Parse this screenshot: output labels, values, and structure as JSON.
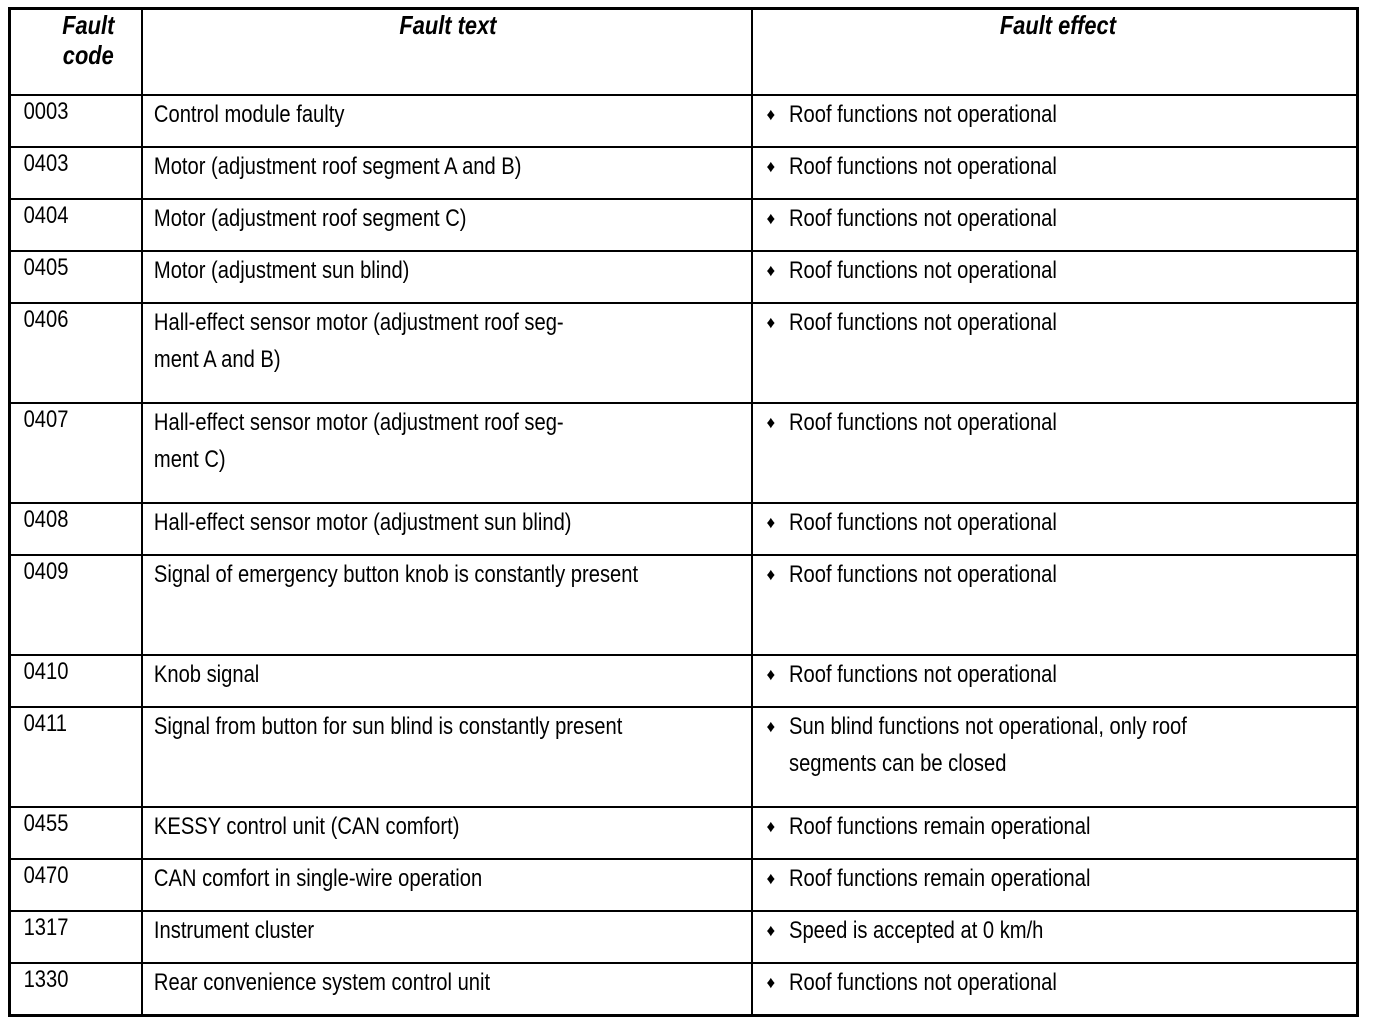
{
  "table": {
    "columns": [
      {
        "id": "fault_code",
        "header": "Fault code"
      },
      {
        "id": "fault_text",
        "header": "Fault text"
      },
      {
        "id": "fault_effect",
        "header": "Fault effect"
      }
    ],
    "header": {
      "fault_code_line1": "Fault",
      "fault_code_line2": "code",
      "fault_text": "Fault text",
      "fault_effect": "Fault effect"
    },
    "bullet_glyph": "♦",
    "border_color": "#000000",
    "text_color": "#000000",
    "background_color": "#ffffff",
    "rows": [
      {
        "code": "0003",
        "text": "Control module faulty",
        "effect": "Roof functions not operational",
        "tall": false
      },
      {
        "code": "0403",
        "text": "Motor (adjustment roof segment A and B)",
        "effect": "Roof functions not operational",
        "tall": false
      },
      {
        "code": "0404",
        "text": "Motor (adjustment roof segment C)",
        "effect": "Roof functions not operational",
        "tall": false
      },
      {
        "code": "0405",
        "text": "Motor (adjustment sun blind)",
        "effect": "Roof functions not operational",
        "tall": false
      },
      {
        "code": "0406",
        "text": "Hall-effect sensor motor (adjustment roof seg-ment A and B)",
        "effect": "Roof functions not operational",
        "tall": true
      },
      {
        "code": "0407",
        "text": "Hall-effect sensor motor (adjustment roof seg-ment C)",
        "effect": "Roof functions not operational",
        "tall": true
      },
      {
        "code": "0408",
        "text": "Hall-effect sensor motor (adjustment sun blind)",
        "effect": "Roof functions not operational",
        "tall": false
      },
      {
        "code": "0409",
        "text": "Signal of emergency button knob is constantly present",
        "effect": "Roof functions not operational",
        "tall": true
      },
      {
        "code": "0410",
        "text": "Knob signal",
        "effect": "Roof functions not operational",
        "tall": false
      },
      {
        "code": "0411",
        "text": "Signal from button for sun blind is constantly present",
        "effect": "Sun blind functions not operational, only roof segments can be closed",
        "tall": true
      },
      {
        "code": "0455",
        "text": "KESSY control unit (CAN comfort)",
        "effect": "Roof functions remain operational",
        "tall": false
      },
      {
        "code": "0470",
        "text": "CAN comfort in single-wire operation",
        "effect": "Roof functions remain operational",
        "tall": false
      },
      {
        "code": "1317",
        "text": "Instrument cluster",
        "effect": "Speed is accepted at 0 km/h",
        "tall": false
      },
      {
        "code": "1330",
        "text": "Rear convenience system control unit",
        "effect": "Roof functions not operational",
        "tall": false
      }
    ]
  }
}
